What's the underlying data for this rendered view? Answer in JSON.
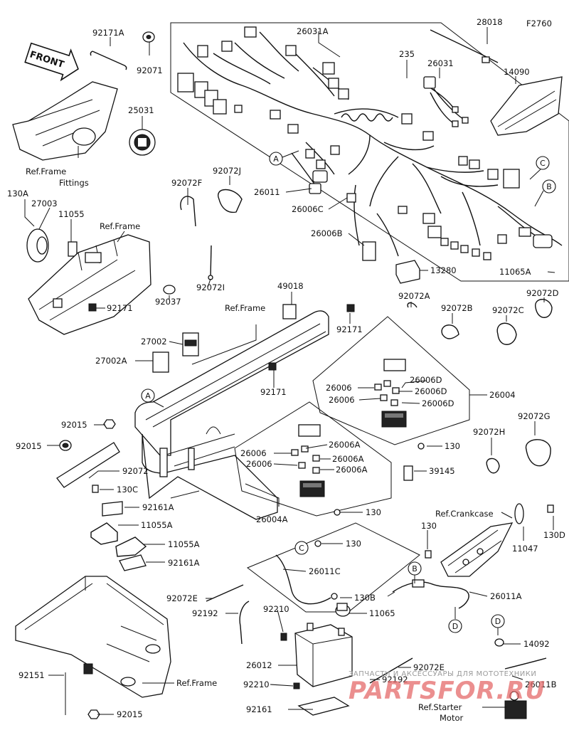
{
  "figure_code": "F2760",
  "front_arrow": "FRONT",
  "callouts": {
    "A": "A",
    "B": "B",
    "C": "C",
    "D": "D"
  },
  "references": {
    "frame_fittings_line1": "Ref.Frame",
    "frame_fittings_line2": "Fittings",
    "frame_left": "Ref.Frame",
    "frame_center": "Ref.Frame",
    "frame_bottom": "Ref.Frame",
    "crankcase": "Ref.Crankcase",
    "starter_motor_line1": "Ref.Starter",
    "starter_motor_line2": "Motor"
  },
  "parts": {
    "p92171A": "92171A",
    "p92071": "92071",
    "p26031A": "26031A",
    "p28018": "28018",
    "p235": "235",
    "p26031": "26031",
    "p14090": "14090",
    "p25031": "25031",
    "p92072F": "92072F",
    "p92072J": "92072J",
    "p130A": "130A",
    "p27003": "27003",
    "p11055": "11055",
    "p26011": "26011",
    "p26006C": "26006C",
    "p26006B": "26006B",
    "p13280": "13280",
    "p11065A": "11065A",
    "p49018": "49018",
    "p92072I": "92072I",
    "p92037": "92037",
    "p92171_left": "92171",
    "p92171_mid": "92171",
    "p92171_low": "92171",
    "p92072A": "92072A",
    "p92072B": "92072B",
    "p92072C": "92072C",
    "p92072D": "92072D",
    "p27002": "27002",
    "p27002A": "27002A",
    "p26006_1": "26006",
    "p26006D_1": "26006D",
    "p26006D_2": "26006D",
    "p26006_2": "26006",
    "p26006D_3": "26006D",
    "p26004": "26004",
    "p92015_top": "92015",
    "p92015_left": "92015",
    "p92072": "92072",
    "p92072H": "92072H",
    "p92072G": "92072G",
    "p130_right": "130",
    "p26006_3": "26006",
    "p26006A_1": "26006A",
    "p26006A_2": "26006A",
    "p26006_4": "26006",
    "p26006A_3": "26006A",
    "p39145": "39145",
    "p130C": "130C",
    "p92161A_1": "92161A",
    "p11055A_1": "11055A",
    "p26004A": "26004A",
    "p130_mid": "130",
    "p130_crank": "130",
    "p130D": "130D",
    "p11047": "11047",
    "p11055A_2": "11055A",
    "p92161A_2": "92161A",
    "p130_battery": "130",
    "p26011C": "26011C",
    "p26011A": "26011A",
    "p130B": "130B",
    "p92072E_1": "92072E",
    "p92210_1": "92210",
    "p11065": "11065",
    "p92192_1": "92192",
    "p14092": "14092",
    "p26012": "26012",
    "p92072E_2": "92072E",
    "p92151": "92151",
    "p92210_2": "92210",
    "p92192_2": "92192",
    "p26011B": "26011B",
    "p92015_bottom": "92015",
    "p92161": "92161"
  },
  "watermark": {
    "line1": "ЗАПЧАСТИ И АКСЕССУАРЫ ДЛЯ МОТОТЕХНИКИ",
    "line2": "PARTSFOR.RU"
  }
}
